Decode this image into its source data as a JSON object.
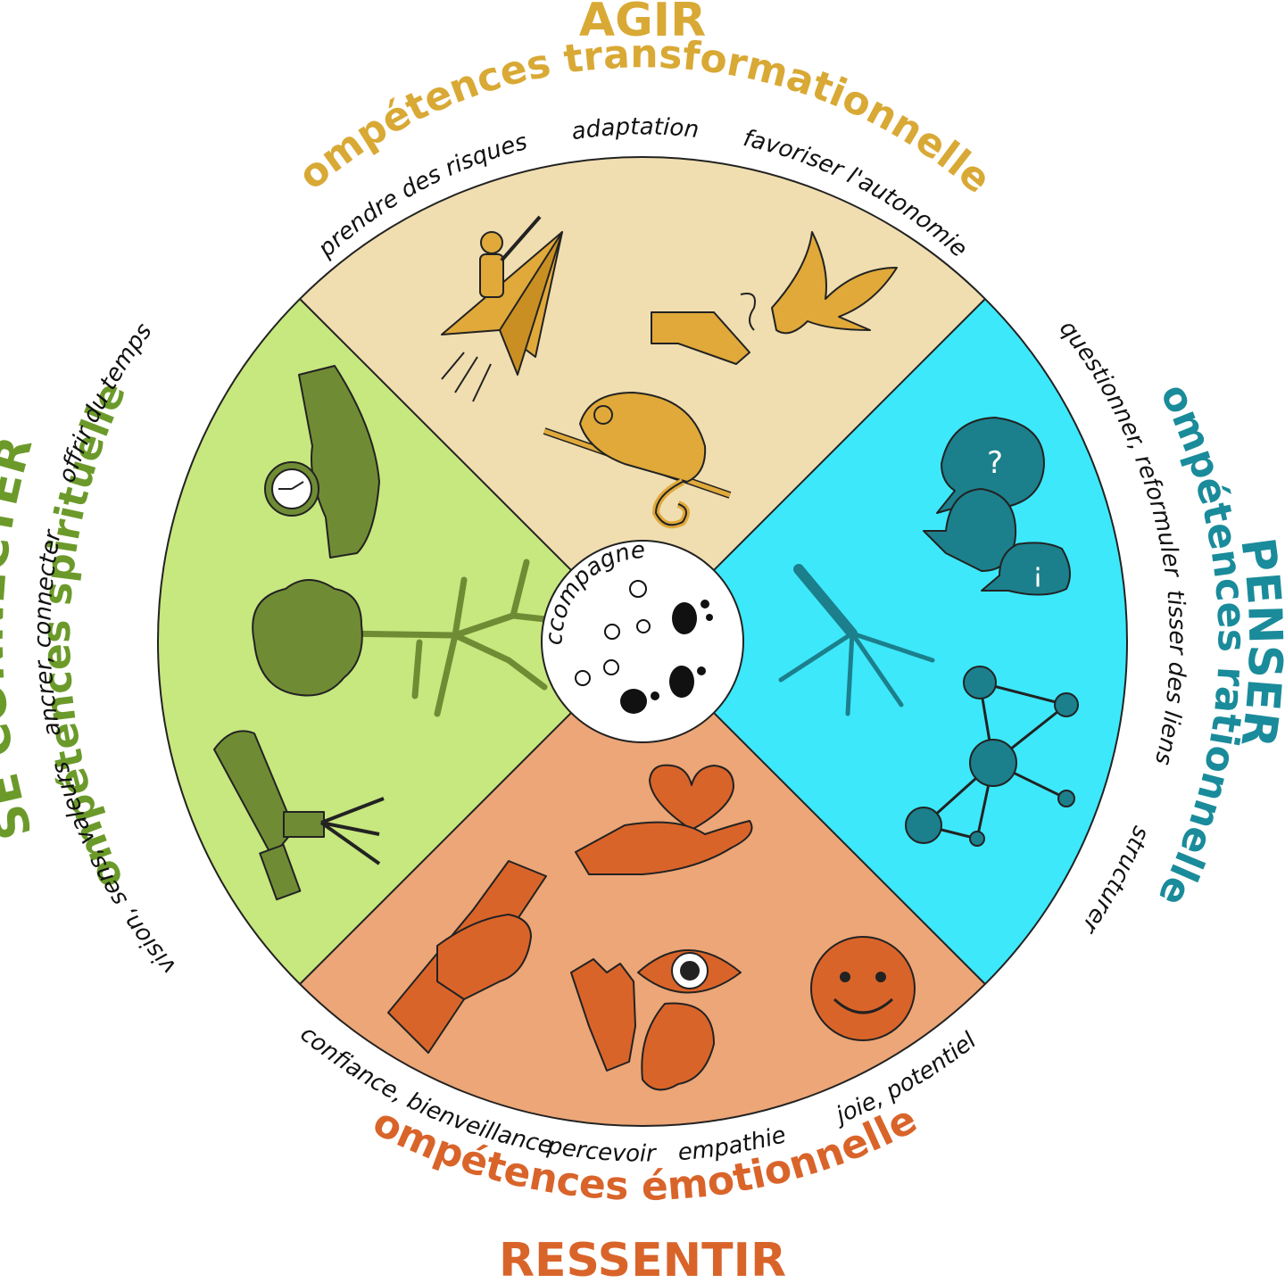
{
  "colors": {
    "agir": "#d9a935",
    "penser": "#1a8b9a",
    "ressentir": "#d9642a",
    "connecter": "#6b9a2a",
    "agir_bg": "#f0deb0",
    "penser_bg": "#3de8fa",
    "ressentir_bg": "#eca677",
    "connecter_bg": "#c7e77f",
    "icon_agir": "#e0a93a",
    "icon_penser": "#1c7f8c",
    "icon_ressentir": "#d9642a",
    "icon_connecter": "#6f8c35"
  },
  "center": {
    "label": "accompagner",
    "icon": "footprints-icon"
  },
  "sections": {
    "agir": {
      "title": "AGIR",
      "competence": "Compétences transformationnelles",
      "items": [
        "prendre des risques",
        "adaptation",
        "favoriser l'autonomie"
      ],
      "icons": [
        "paper-plane-rider-icon",
        "hand-releasing-dove-icon",
        "chameleon-icon"
      ]
    },
    "penser": {
      "title": "PENSER",
      "competence": "Compétences rationnelles",
      "items": [
        "questionner, reformuler",
        "tisser des liens",
        "structurer"
      ],
      "icons": [
        "speech-bubbles-icon",
        "rope-icon",
        "network-graph-icon"
      ]
    },
    "ressentir": {
      "title": "RESSENTIR",
      "competence": "Compétences émotionnelles",
      "items": [
        "confiance, bienveillance",
        "percevoir",
        "empathie",
        "joie, potentiel"
      ],
      "icons": [
        "heart-in-hand-icon",
        "helping-hands-icon",
        "eye-ear-hand-icon",
        "smiley-icon"
      ]
    },
    "connecter": {
      "title": "SE CONNECTER",
      "competence": "Compétences spirituelles",
      "items": [
        "offrir du temps",
        "ancrer, connecter",
        "vision, sens, valeurs"
      ],
      "icons": [
        "hand-with-clock-icon",
        "tree-roots-icon",
        "telescope-icon"
      ]
    }
  }
}
